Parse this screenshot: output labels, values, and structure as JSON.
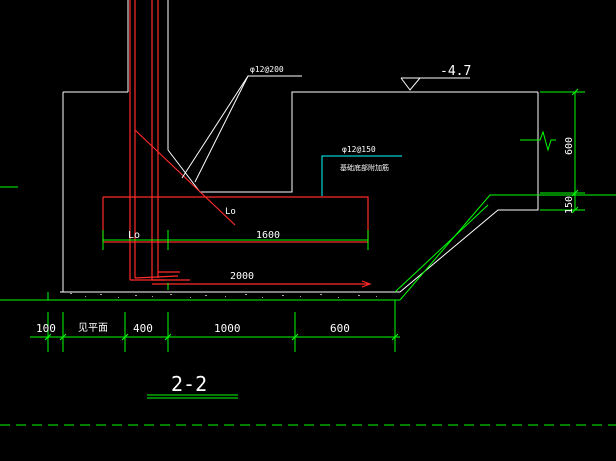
{
  "drawing": {
    "section_title": "2-2",
    "elevation": "-4.7",
    "rebar_note_top": "φ12@200",
    "rebar_note_right": "φ12@150",
    "rebar_note_right_sub": "基础底部附加筋",
    "anchorage_label_diag": "Lo",
    "anchorage_label_horiz": "Lo",
    "dim_1600": "1600",
    "dim_2000": "2000",
    "dim_bottom": [
      "100",
      "见平面",
      "400",
      "1000",
      "600"
    ],
    "dim_right_600": "600",
    "dim_right_150": "150"
  },
  "colors": {
    "background": "#000000",
    "outline": "#ffffff",
    "rebar": "#ff2a2a",
    "dimension": "#00ff00",
    "leader": "#00ffff",
    "ground_dash": "#00ff00"
  }
}
